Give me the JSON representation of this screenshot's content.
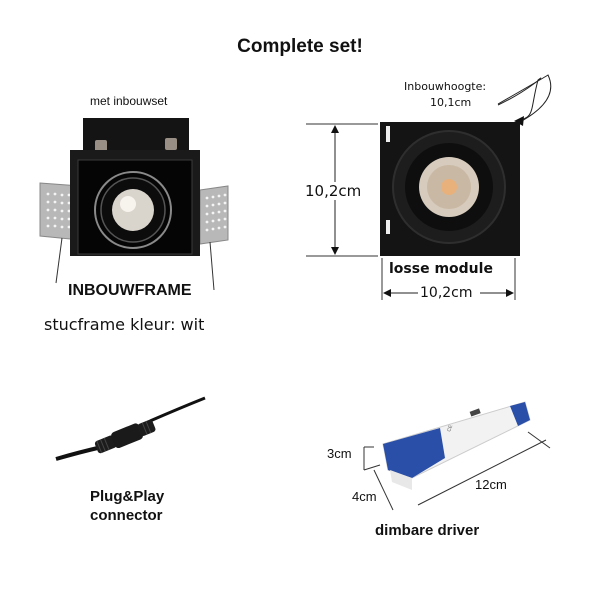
{
  "title": "Complete set!",
  "panels": {
    "frame": {
      "caption_top": "met inbouwset",
      "label": "INBOUWFRAME",
      "sublabel": "stucframe kleur: wit"
    },
    "module": {
      "height_note_label": "Inbouwhoogte:",
      "height_note_value": "10,1cm",
      "height_dimension": "10,2cm",
      "width_dimension": "10,2cm",
      "label": "losse module"
    },
    "connector": {
      "label_line1": "Plug&Play",
      "label_line2": "connector"
    },
    "driver": {
      "height_dimension": "3cm",
      "depth_dimension": "4cm",
      "length_dimension": "12cm",
      "label": "dimbare driver"
    }
  },
  "colors": {
    "product_black": "#141414",
    "driver_blue": "#2a4fa8",
    "driver_white": "#f2f2f2",
    "frame_metal": "#b8b8b8",
    "led_warm": "#e8b07a"
  }
}
